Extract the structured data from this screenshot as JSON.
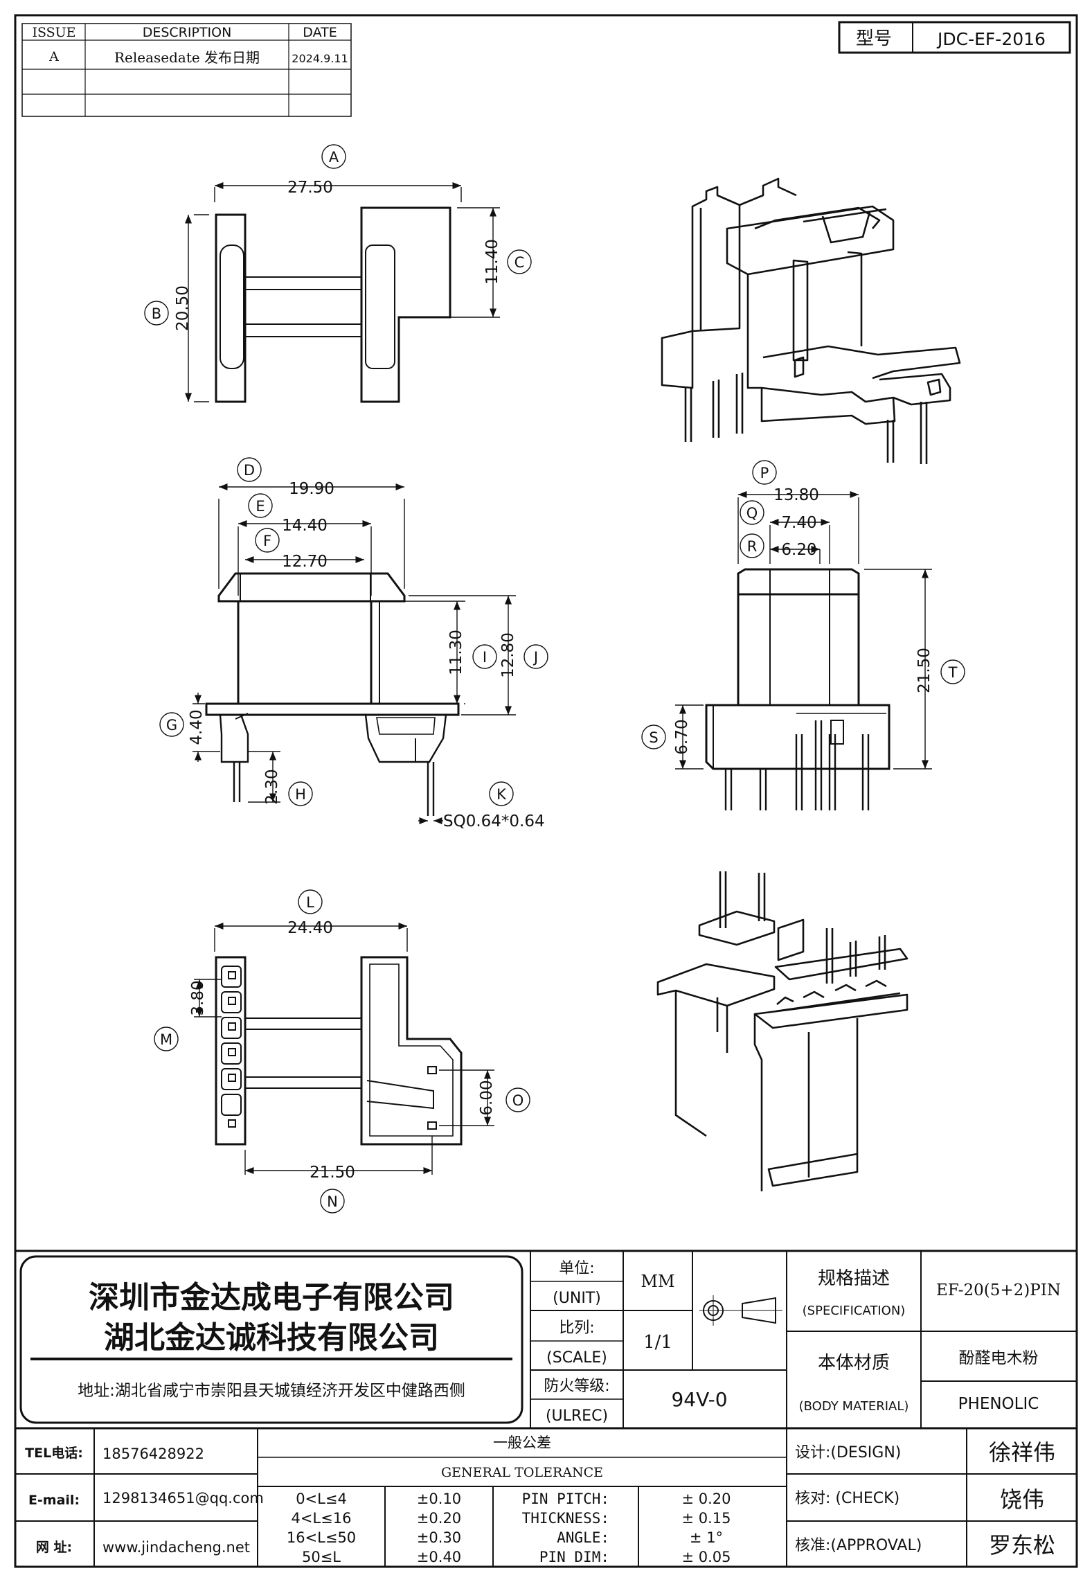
{
  "revision_table": {
    "headers": [
      "ISSUE",
      "DESCRIPTION",
      "DATE"
    ],
    "rows": [
      [
        "A",
        "Releasedate 发布日期",
        "2024.9.11"
      ],
      [
        "",
        "",
        ""
      ],
      [
        "",
        "",
        ""
      ]
    ]
  },
  "model": {
    "label": "型号",
    "value": "JDC-EF-2016"
  },
  "views": {
    "top": {
      "A": "27.50",
      "B": "20.50",
      "C": "11.40"
    },
    "front": {
      "D": "19.90",
      "E": "14.40",
      "F": "12.70",
      "G": "4.40",
      "H": "2.30",
      "I": "11.30",
      "J": "12.80",
      "K": "SQ0.64*0.64"
    },
    "side": {
      "P": "13.80",
      "Q": "7.40",
      "R": "6.20",
      "S": "6.70",
      "T": "21.50"
    },
    "bottom": {
      "L": "24.40",
      "M": "3.80",
      "N": "21.50",
      "O": "6.00"
    }
  },
  "balloons": [
    "A",
    "B",
    "C",
    "D",
    "E",
    "F",
    "G",
    "H",
    "I",
    "J",
    "K",
    "L",
    "M",
    "N",
    "O",
    "P",
    "Q",
    "R",
    "S",
    "T"
  ],
  "company": {
    "name1": "深圳市金达成电子有限公司",
    "name2": "湖北金达诚科技有限公司",
    "address": "地址:湖北省咸宁市崇阳县天城镇经济开发区中健路西侧"
  },
  "specs": {
    "unit_label": "单位:",
    "unit_label_en": "(UNIT)",
    "unit_value": "MM",
    "scale_label": "比列:",
    "scale_label_en": "(SCALE)",
    "scale_value": "1/1",
    "fire_label": "防火等级:",
    "fire_label_en": "(ULREC)",
    "fire_value": "94V-0",
    "spec_label": "规格描述",
    "spec_label_en": "(SPECIFICATION)",
    "spec_value": "EF-20(5+2)PIN",
    "material_label": "本体材质",
    "material_label_en": "(BODY MATERIAL)",
    "material_value": "酚醛电木粉",
    "material_value_en": "PHENOLIC"
  },
  "contact": {
    "tel_label": "TEL电话:",
    "tel": "18576428922",
    "email_label": "E-mail:",
    "email": "1298134651@qq.com",
    "web_label": "网  址:",
    "web": "www.jindacheng.net"
  },
  "tolerance": {
    "title": "一般公差",
    "title_en": "GENERAL TOLERANCE",
    "ranges": [
      [
        "0<L≤4",
        "±0.10"
      ],
      [
        "4<L≤16",
        "±0.20"
      ],
      [
        "16<L≤50",
        "±0.30"
      ],
      [
        "50≤L",
        "±0.40"
      ]
    ],
    "items": [
      [
        "PIN PITCH:",
        "± 0.20"
      ],
      [
        "THICKNESS:",
        "± 0.15"
      ],
      [
        "ANGLE:",
        "± 1°"
      ],
      [
        "PIN DIM:",
        "± 0.05"
      ]
    ]
  },
  "approvals": {
    "design_label": "设计:(DESIGN)",
    "design": "徐祥伟",
    "check_label": "核对: (CHECK)",
    "check": "饶伟",
    "approval_label": "核准:(APPROVAL)",
    "approval": "罗东松"
  }
}
